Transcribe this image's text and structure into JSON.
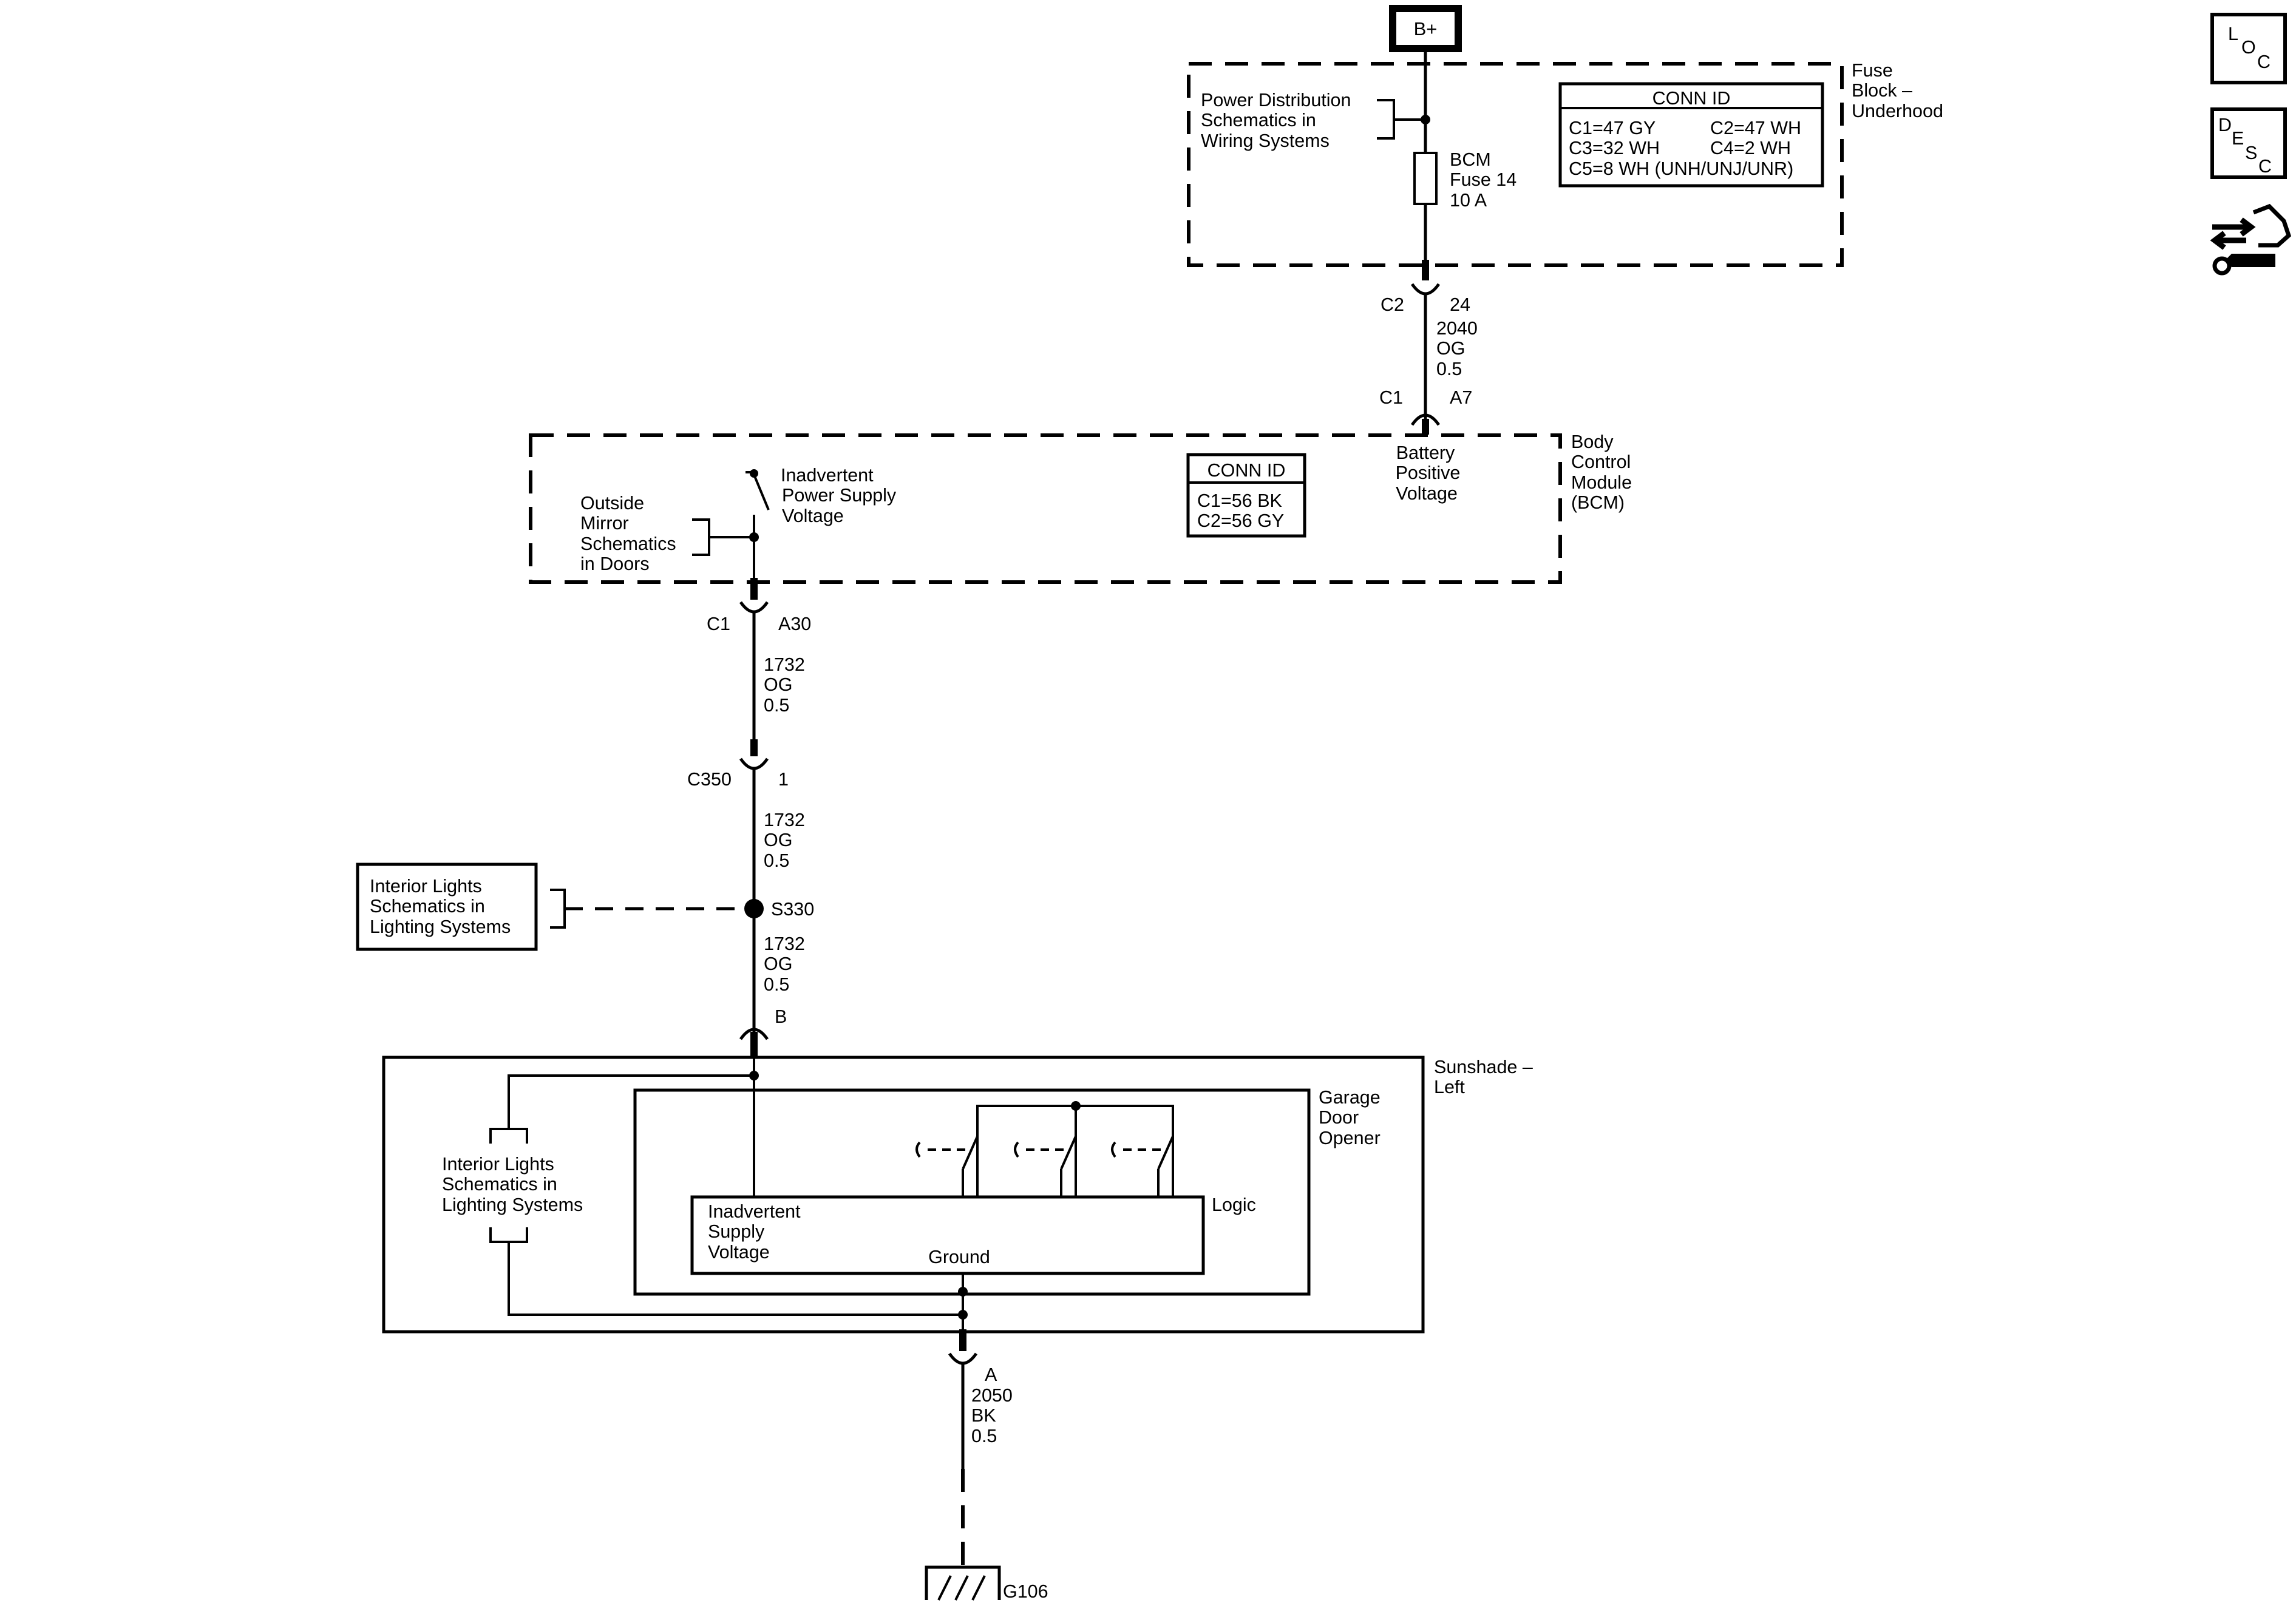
{
  "power": {
    "b_plus": "B+"
  },
  "nav_icons": {
    "loc": {
      "l": "L",
      "o": "O",
      "c": "C"
    },
    "desc": {
      "d": "D",
      "e": "E",
      "s": "S",
      "c": "C"
    },
    "connector_icon": "connector-end-view-icon"
  },
  "fuse_block": {
    "title": [
      "Fuse",
      "Block –",
      "Underhood"
    ],
    "power_distribution_ref": [
      "Power Distribution",
      "Schematics in",
      "Wiring Systems"
    ],
    "fuse_label": [
      "BCM",
      "Fuse 14",
      "10 A"
    ],
    "conn_id": {
      "title": "CONN ID",
      "rows": [
        [
          "C1=47 GY",
          "C2=47 WH"
        ],
        [
          "C3=32 WH",
          "C4=2 WH"
        ],
        [
          "C5=8 WH (UNH/UNJ/UNR)",
          ""
        ]
      ]
    }
  },
  "wire_fuse_bcm": {
    "conn_top": "C2",
    "pin_top": "24",
    "circuit": "2040",
    "color": "OG",
    "gauge": "0.5",
    "conn_bottom": "C1",
    "pin_bottom": "A7"
  },
  "bcm": {
    "title": [
      "Body",
      "Control",
      "Module",
      "(BCM)"
    ],
    "battery_voltage": [
      "Battery",
      "Positive",
      "Voltage"
    ],
    "inadvertent": [
      "Inadvertent",
      "Power Supply",
      "Voltage"
    ],
    "outside_mirror_ref": [
      "Outside",
      "Mirror",
      "Schematics",
      "in Doors"
    ],
    "conn_id": {
      "title": "CONN ID",
      "rows": [
        "C1=56 BK",
        "C2=56 GY"
      ]
    }
  },
  "wire_bcm_c350": {
    "conn": "C1",
    "pin": "A30",
    "circuit": "1732",
    "color": "OG",
    "gauge": "0.5"
  },
  "c350": {
    "conn": "C350",
    "pin": "1"
  },
  "wire_c350_s330": {
    "circuit": "1732",
    "color": "OG",
    "gauge": "0.5"
  },
  "splice": {
    "name": "S330",
    "interior_lights_ref": [
      "Interior Lights",
      "Schematics in",
      "Lighting Systems"
    ]
  },
  "wire_s330_sunshade": {
    "circuit": "1732",
    "color": "OG",
    "gauge": "0.5",
    "pin": "B"
  },
  "sunshade": {
    "title": [
      "Sunshade –",
      "Left"
    ],
    "interior_lights_ref": [
      "Interior Lights",
      "Schematics in",
      "Lighting Systems"
    ],
    "garage_door_opener": [
      "Garage",
      "Door",
      "Opener"
    ],
    "logic": "Logic",
    "inadvertent_supply": [
      "Inadvertent",
      "Supply",
      "Voltage"
    ],
    "ground": "Ground"
  },
  "wire_ground": {
    "pin": "A",
    "circuit": "2050",
    "color": "BK",
    "gauge": "0.5"
  },
  "ground": {
    "name": "G106"
  }
}
